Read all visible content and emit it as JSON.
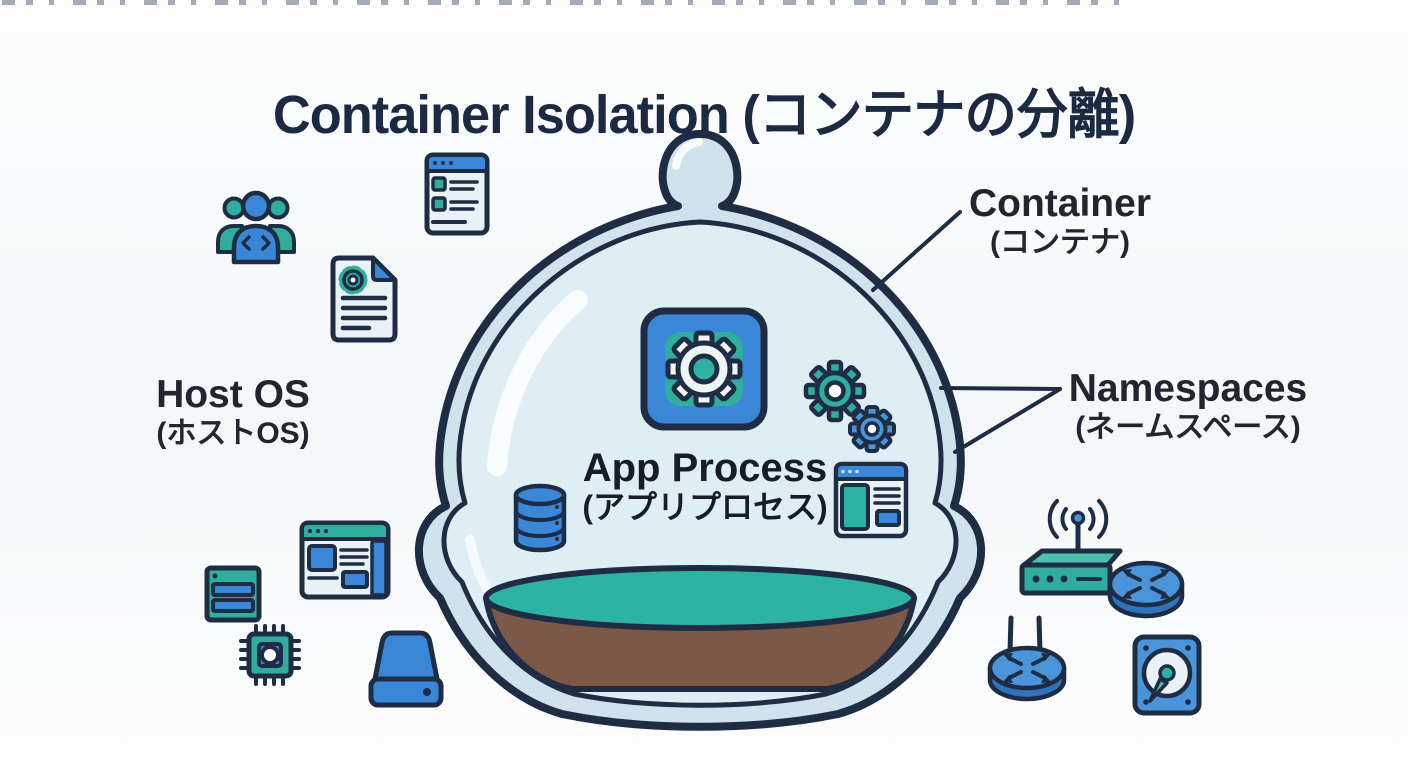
{
  "title": "Container Isolation (コンテナの分離)",
  "labels": {
    "host_os": {
      "en": "Host OS",
      "ja": "(ホストOS)"
    },
    "container": {
      "en": "Container",
      "ja": "(コンテナ)"
    },
    "namespaces": {
      "en": "Namespaces",
      "ja": "(ネームスペース)"
    },
    "app_process": {
      "en": "App Process",
      "ja": "(アプリプロセス)"
    }
  },
  "icons": {
    "inside_container": [
      "app-package-icon",
      "gear-large-icon",
      "gear-small-icon",
      "database-icon",
      "app-window-icon"
    ],
    "host_side": [
      "user-group-icon",
      "settings-document-icon",
      "checklist-window-icon",
      "browser-window-icon",
      "server-card-icon",
      "cpu-chip-icon",
      "external-drive-icon"
    ],
    "network_side": [
      "wifi-router-icon",
      "network-router-icon",
      "antenna-router-icon",
      "hard-disk-icon"
    ]
  },
  "palette": {
    "navy": "#1e2c44",
    "title_navy": "#1b2a42",
    "text_dark": "#20262f",
    "glass_wall": "#cfe3ec",
    "glass_inner": "#dfeef4",
    "teal": "#2fae9d",
    "teal_bright": "#2db3a2",
    "teal_light": "#4cc2ae",
    "blue": "#3a87d8",
    "blue_mid": "#4a94da",
    "blue_dark": "#2e74bc",
    "brown": "#7b5847",
    "gear_white": "#eef5f5",
    "ice": "#e9f3f7",
    "paper": "#fbfcfd"
  }
}
